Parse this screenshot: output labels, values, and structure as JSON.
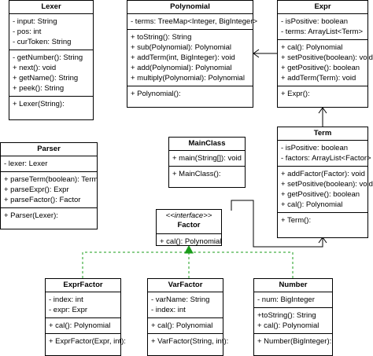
{
  "classes": {
    "lexer": {
      "name": "Lexer",
      "fields": [
        "- input: String",
        "- pos: int",
        "- curToken: String"
      ],
      "methods": [
        "- getNumber(): String",
        "+ next(): void",
        "+ getName(): String",
        "+ peek(): String"
      ],
      "ctors": [
        "+ Lexer(String):"
      ]
    },
    "polynomial": {
      "name": "Polynomial",
      "fields": [
        "- terms: TreeMap<Integer, BigInteger>"
      ],
      "methods": [
        "+ toString(): String",
        "+ sub(Polynomial): Polynomial",
        "+ addTerm(int, BigInteger): void",
        "+ add(Polynomial): Polynomial",
        "+ multiply(Polynomial): Polynomial"
      ],
      "ctors": [
        "+ Polynomial():"
      ]
    },
    "expr": {
      "name": "Expr",
      "fields": [
        "- isPositive: boolean",
        "- terms: ArrayList<Term>"
      ],
      "methods": [
        "+ cal(): Polynomial",
        "+ setPositive(boolean): void",
        "+ getPositive(): boolean",
        "+ addTerm(Term): void"
      ],
      "ctors": [
        "+ Expr():"
      ]
    },
    "parser": {
      "name": "Parser",
      "fields": [
        "- lexer: Lexer"
      ],
      "methods": [
        "+ parseTerm(boolean): Term",
        "+ parseExpr(): Expr",
        "+ parseFactor(): Factor"
      ],
      "ctors": [
        "+ Parser(Lexer):"
      ]
    },
    "mainclass": {
      "name": "MainClass",
      "methods": [
        "+ main(String[]): void"
      ],
      "ctors": [
        "+ MainClass():"
      ]
    },
    "term": {
      "name": "Term",
      "fields": [
        "- isPositive: boolean",
        "- factors: ArrayList<Factor>"
      ],
      "methods": [
        "+ addFactor(Factor): void",
        "+ setPositive(boolean): void",
        "+ getPositive(): boolean",
        "+ cal(): Polynomial"
      ],
      "ctors": [
        "+ Term():"
      ]
    },
    "factor": {
      "stereotype": "<<interface>>",
      "name": "Factor",
      "methods": [
        "+ cal(): Polynomial"
      ]
    },
    "exprfactor": {
      "name": "ExprFactor",
      "fields": [
        "- index: int",
        "- expr: Expr"
      ],
      "methods": [
        "+ cal(): Polynomial"
      ],
      "ctors": [
        "+ ExprFactor(Expr, int):"
      ]
    },
    "varfactor": {
      "name": "VarFactor",
      "fields": [
        "- varName: String",
        "- index: int"
      ],
      "methods": [
        "+ cal(): Polynomial"
      ],
      "ctors": [
        "+ VarFactor(String, int):"
      ]
    },
    "number": {
      "name": "Number",
      "fields": [
        "- num: BigInteger"
      ],
      "methods": [
        "+toString(): String",
        "+ cal(): Polynomial"
      ],
      "ctors": [
        "+ Number(BigInteger):"
      ]
    }
  },
  "colors": {
    "line": "#000000",
    "realization": "#1a9c1a"
  }
}
